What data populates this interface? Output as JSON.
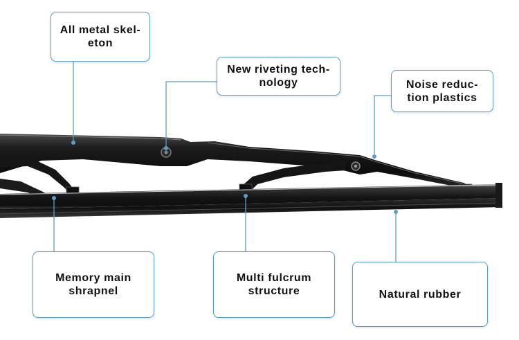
{
  "callouts": {
    "skeleton": "All metal skel-\neton",
    "riveting": "New riveting tech-\nnology",
    "noise": "Noise reduc-\ntion plastics",
    "memory": "Memory main\nshrapnel",
    "fulcrum": "Multi fulcrum\nstructure",
    "rubber": "Natural rubber"
  },
  "colors": {
    "leader_line": "#5a9ec9",
    "box_border": "#5a9ec9",
    "wiper_body": "#141414",
    "background": "#ffffff"
  }
}
